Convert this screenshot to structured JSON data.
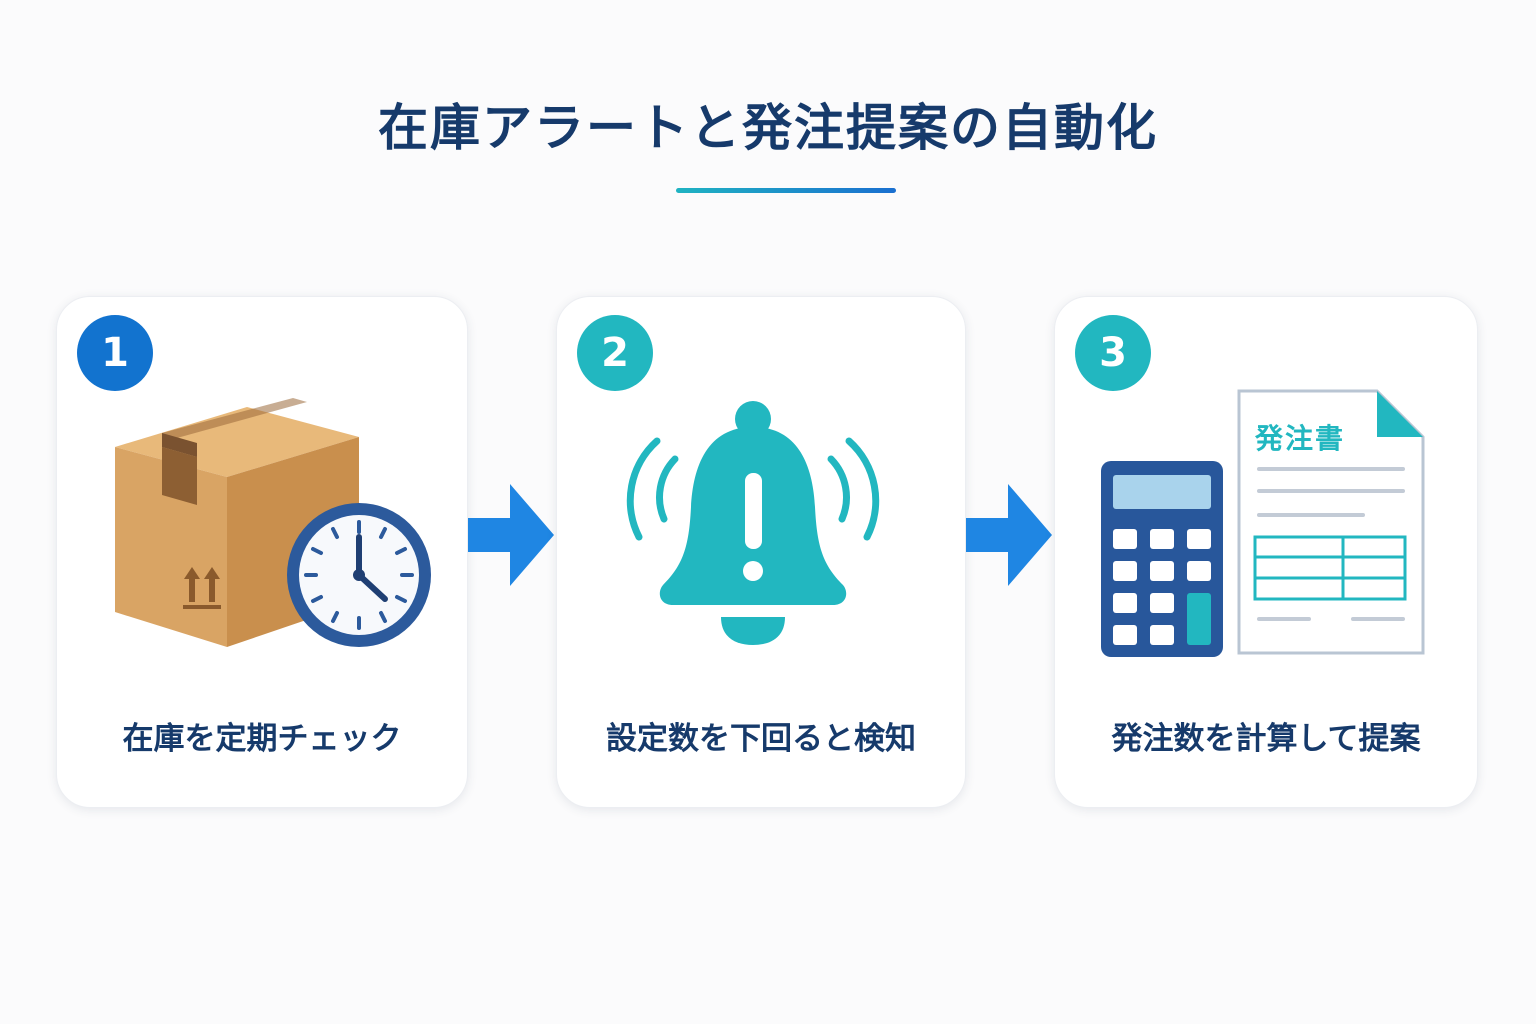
{
  "title": "在庫アラートと発注提案の自動化",
  "steps": [
    {
      "number": "1",
      "caption": "在庫を定期チェック",
      "badge_color": "#1273cf"
    },
    {
      "number": "2",
      "caption": "設定数を下回ると検知",
      "badge_color": "#22b7c0"
    },
    {
      "number": "3",
      "caption": "発注数を計算して提案",
      "badge_color": "#22b7c0"
    }
  ],
  "document_label": "発注書",
  "colors": {
    "title": "#163a6b",
    "arrow": "#1f86e3",
    "teal": "#22b7c0",
    "navy": "#28579b",
    "box": "#d9a464"
  }
}
